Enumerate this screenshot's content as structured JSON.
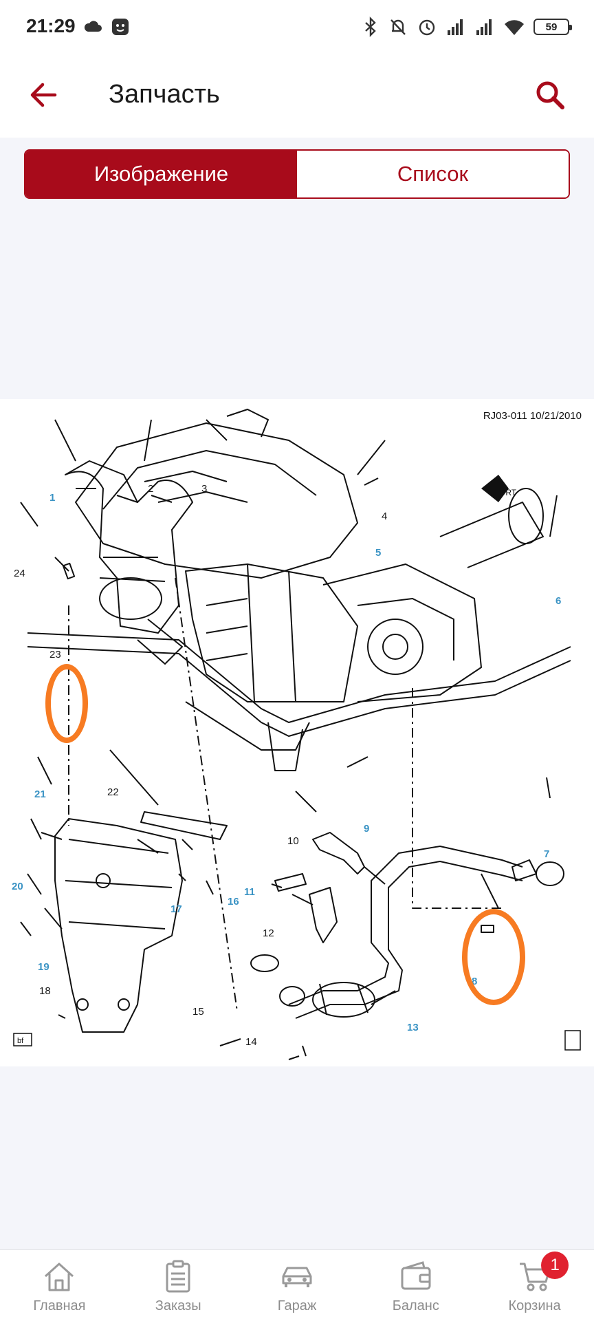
{
  "status_bar": {
    "time": "21:29",
    "battery": "59",
    "icons": [
      "cloud-icon",
      "face-icon",
      "bluetooth-icon",
      "mute-icon",
      "alarm-icon",
      "signal-icon",
      "signal-icon",
      "wifi-icon",
      "battery-icon"
    ]
  },
  "app_bar": {
    "title": "Запчасть",
    "back_icon": "arrow-left-icon",
    "search_icon": "search-icon"
  },
  "tabs": {
    "image_label": "Изображение",
    "list_label": "Список",
    "active": "image"
  },
  "diagram": {
    "code": "RJ03-011  10/21/2010",
    "callouts": [
      "1",
      "2",
      "3",
      "4",
      "5",
      "6",
      "7",
      "8",
      "9",
      "10",
      "11",
      "12",
      "13",
      "14",
      "15",
      "16",
      "17",
      "18",
      "19",
      "20",
      "21",
      "22",
      "23",
      "24"
    ]
  },
  "colors": {
    "accent": "#a80b1b",
    "highlight": "#f77b22",
    "badge": "#e0212f",
    "background": "#f4f5fa"
  },
  "bottom_nav": {
    "items": [
      {
        "label": "Главная",
        "icon": "home-icon"
      },
      {
        "label": "Заказы",
        "icon": "clipboard-icon"
      },
      {
        "label": "Гараж",
        "icon": "car-icon"
      },
      {
        "label": "Баланс",
        "icon": "wallet-icon"
      },
      {
        "label": "Корзина",
        "icon": "cart-icon"
      }
    ],
    "cart_badge": "1"
  }
}
